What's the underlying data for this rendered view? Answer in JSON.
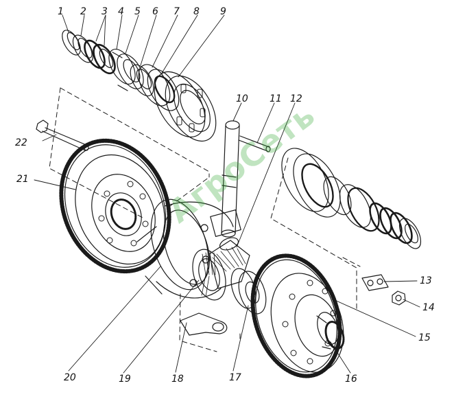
{
  "figure": {
    "watermark": "АгроСеть",
    "callouts": [
      "1",
      "2",
      "3",
      "4",
      "5",
      "6",
      "7",
      "8",
      "9",
      "10",
      "11",
      "12",
      "13",
      "14",
      "15",
      "16",
      "17",
      "18",
      "19",
      "20",
      "21",
      "22"
    ]
  },
  "colors": {
    "line": "#1a1a1a",
    "fill": "#ffffff",
    "hatch": "#222222",
    "watermark": "#3caa3c"
  }
}
